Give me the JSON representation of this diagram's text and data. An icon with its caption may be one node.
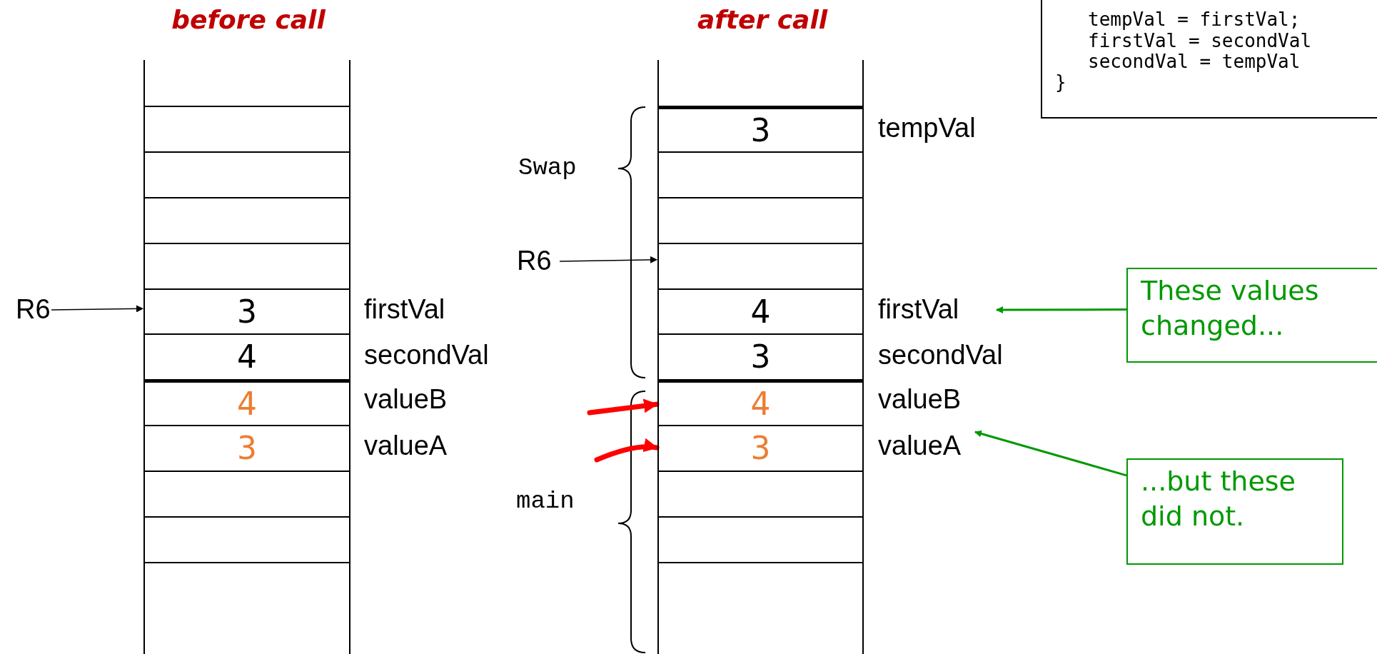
{
  "diagram": {
    "nodes": [
      {
        "text": [],
        "shape": "box"
      },
      {
        "text": [],
        "shape": "box"
      },
      {
        "text": [],
        "shape": "box"
      },
      {
        "text": [],
        "shape": "box"
      },
      {
        "text": [],
        "shape": "box"
      },
      {
        "text": [
          "3"
        ]
      },
      {
        "text": [
          "4"
        ]
      },
      {
        "text": [
          "4"
        ]
      },
      {
        "text": [
          "3"
        ]
      },
      {
        "text": [],
        "shape": "box"
      },
      {
        "text": [],
        "shape": "box"
      },
      {
        "text": [],
        "shape": "box"
      },
      {
        "text": [],
        "shape": "box"
      },
      {
        "text": [
          "3"
        ]
      },
      {
        "text": [],
        "shape": "box"
      },
      {
        "text": [],
        "shape": "box"
      },
      {
        "text": [],
        "shape": "box"
      },
      {
        "text": [
          "4"
        ]
      },
      {
        "text": [
          "3"
        ]
      },
      {
        "text": [
          "4"
        ]
      },
      {
        "text": [
          "3"
        ]
      },
      {
        "text": [],
        "shape": "box"
      },
      {
        "text": [],
        "shape": "box"
      },
      {
        "text": [],
        "shape": "box"
      },
      {
        "text": [
          "R6"
        ]
      },
      {
        "text": [
          "firstVal"
        ]
      },
      {
        "text": [
          "secondVal"
        ]
      },
      {
        "text": [
          "valueB"
        ]
      },
      {
        "text": [
          "valueA"
        ]
      },
      {
        "text": [
          "R6"
        ]
      },
      {
        "text": [
          "tempVal"
        ]
      },
      {
        "text": [
          "firstVal"
        ]
      },
      {
        "text": [
          "secondVal"
        ]
      },
      {
        "text": [
          "valueB"
        ]
      },
      {
        "text": [
          "valueA"
        ]
      },
      {
        "text": [
          "tempVal = firstVal;",
          "firstVal = secondVal",
          "secondVal = tempVal",
          "}"
        ]
      },
      {
        "text": [
          "These values changed..."
        ]
      },
      {
        "text": [
          "...but these did not."
        ]
      }
    ],
    "edges": [
      {
        "from": 24,
        "to": 5,
        "arrow": "to"
      },
      {
        "from": 29,
        "to": 16,
        "arrow": "to"
      },
      {
        "from": null,
        "to": 19,
        "arrow": "to",
        "style": "thick",
        "color": "#ff0000"
      },
      {
        "from": null,
        "to": 20,
        "arrow": "to",
        "style": "thick",
        "color": "#ff0000"
      },
      {
        "from": 36,
        "to": 31,
        "arrow": "to",
        "color": "#009900"
      },
      {
        "from": 37,
        "to": 34,
        "arrow": "to",
        "color": "#009900"
      }
    ],
    "labels": [
      "before call",
      "after call",
      "Swap",
      "main"
    ]
  }
}
